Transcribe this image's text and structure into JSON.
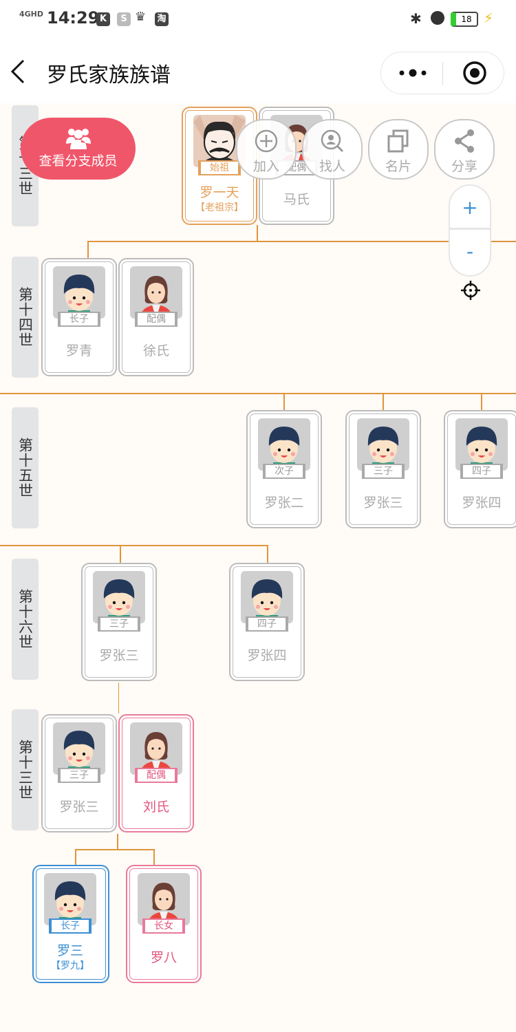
{
  "status_bar": {
    "network": "4GHD",
    "time": "14:29",
    "app_icons": [
      "K",
      "S",
      "crown",
      "淘"
    ],
    "battery": "18"
  },
  "nav": {
    "title": "罗氏家族族谱",
    "more_icon": "more-dots-icon",
    "target_icon": "target-icon"
  },
  "branch_button": {
    "label": "查看分支成员"
  },
  "toolbar": [
    {
      "label": "加入",
      "icon": "plus-circle-icon"
    },
    {
      "label": "找人",
      "icon": "search-person-icon"
    },
    {
      "label": "名片",
      "icon": "copy-card-icon"
    },
    {
      "label": "分享",
      "icon": "share-icon"
    }
  ],
  "zoom": {
    "in": "+",
    "out": "-"
  },
  "generations": [
    "第十三世",
    "第十四世",
    "第十五世",
    "第十六世",
    "第十三世"
  ],
  "members": [
    {
      "badge": "始祖",
      "name": "罗一天",
      "alias": "【老祖宗】"
    },
    {
      "badge": "配偶",
      "name": "马氏"
    },
    {
      "badge": "长子",
      "name": "罗青"
    },
    {
      "badge": "配偶",
      "name": "徐氏"
    },
    {
      "badge": "次子",
      "name": "罗张二"
    },
    {
      "badge": "三子",
      "name": "罗张三"
    },
    {
      "badge": "四子",
      "name": "罗张四"
    },
    {
      "badge": "三子",
      "name": "罗张三"
    },
    {
      "badge": "四子",
      "name": "罗张四"
    },
    {
      "badge": "三子",
      "name": "罗张三"
    },
    {
      "badge": "配偶",
      "name": "刘氏"
    },
    {
      "badge": "长子",
      "name": "罗三",
      "alias": "【罗九】"
    },
    {
      "badge": "长女",
      "name": "罗八"
    }
  ],
  "colors": {
    "line": "#e0953a",
    "ancestor": "#e4a05a",
    "female": "#e0557e",
    "male_highlight": "#3b8fd4",
    "branch_button": "#f0566a"
  }
}
